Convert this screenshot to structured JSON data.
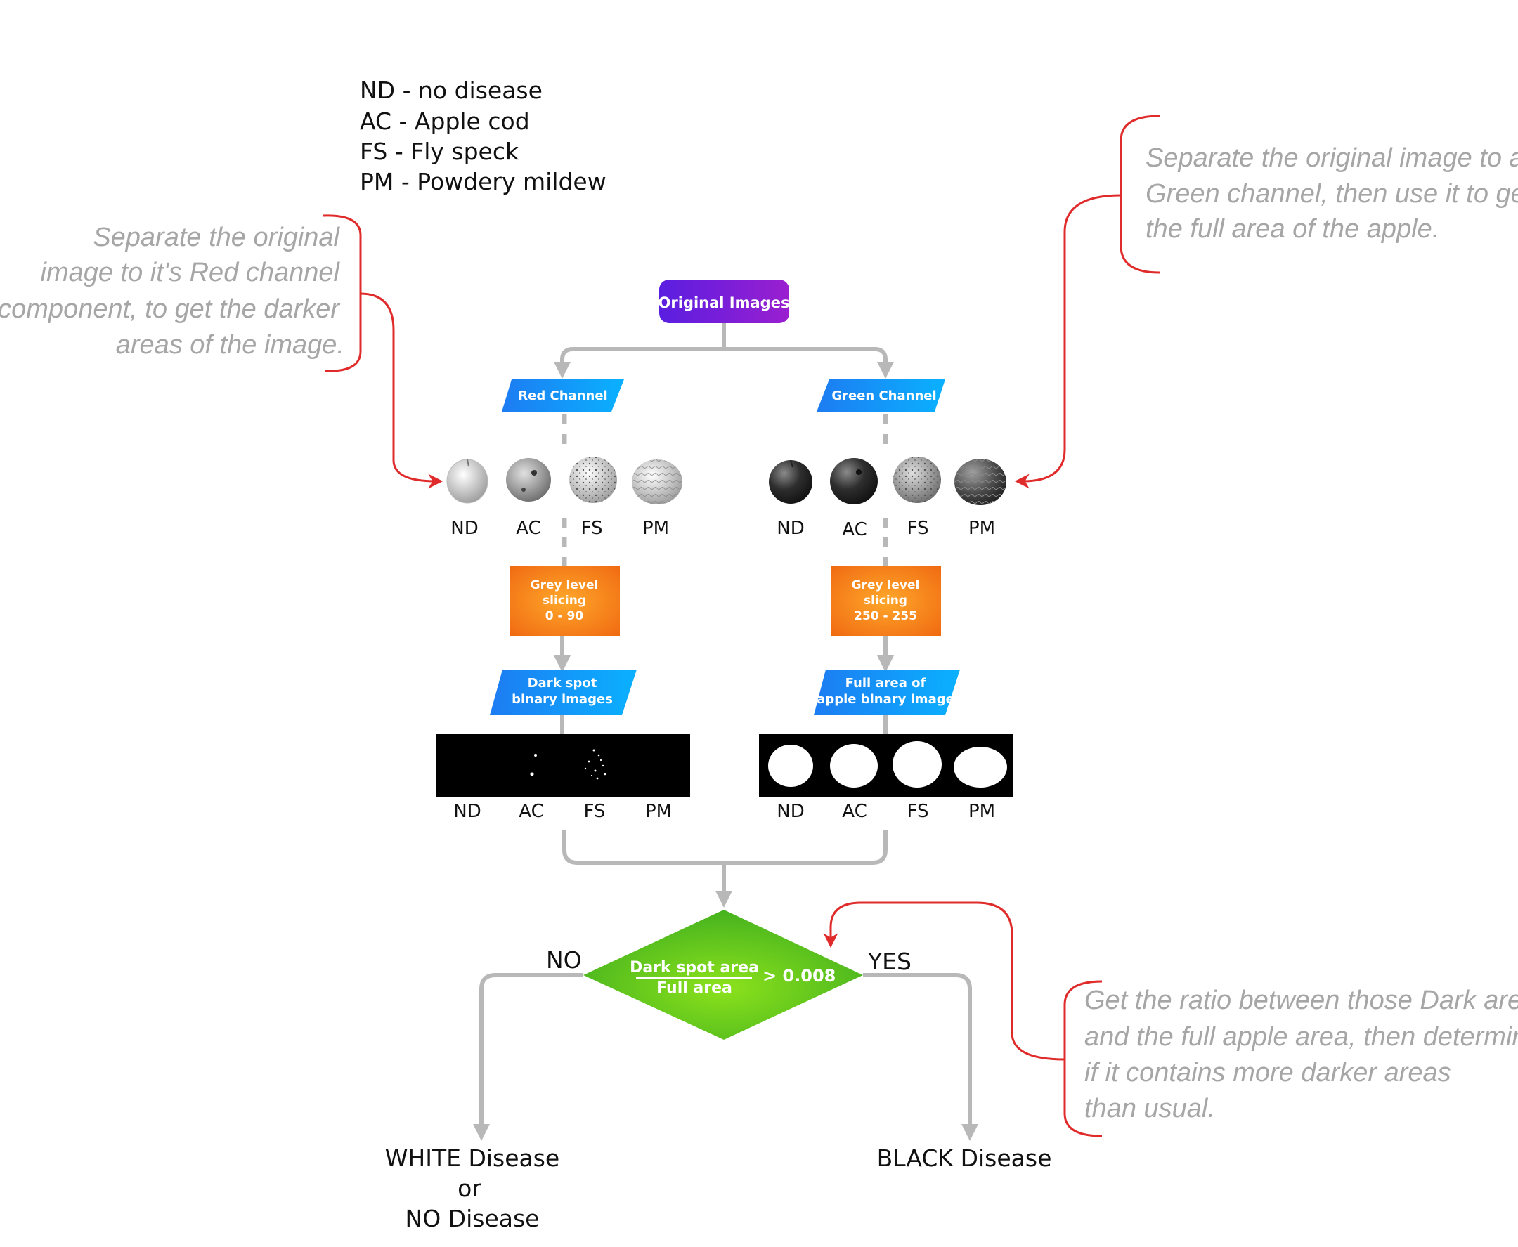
{
  "legend": {
    "lines": [
      "ND - no disease",
      "AC - Apple cod",
      "FS - Fly speck",
      "PM - Powdery mildew"
    ]
  },
  "notes": {
    "red": [
      "Separate the original",
      "image to it's Red channel",
      "component, to get the darker",
      "areas of the image."
    ],
    "green": [
      "Separate the original image to a",
      "Green channel, then use it to get",
      "the full area of the apple."
    ],
    "ratio": [
      "Get the ratio between those Dark areas",
      "and the full apple area, then determine",
      "if it contains more darker areas",
      "than usual."
    ]
  },
  "nodes": {
    "original": "Original Images",
    "red_channel": "Red Channel",
    "green_channel": "Green Channel",
    "slice_red": [
      "Grey level",
      "slicing",
      "0 - 90"
    ],
    "slice_green": [
      "Grey level",
      "slicing",
      "250 - 255"
    ],
    "dark_spot": [
      "Dark spot",
      "binary images"
    ],
    "full_area": [
      "Full area of",
      "apple binary image"
    ]
  },
  "apple_labels": [
    "ND",
    "AC",
    "FS",
    "PM"
  ],
  "decision": {
    "numerator": "Dark spot area",
    "denominator": "Full area",
    "threshold": "> 0.008",
    "no": "NO",
    "yes": "YES"
  },
  "outcomes": {
    "white": [
      "WHITE Disease",
      "or",
      "NO Disease"
    ],
    "black": "BLACK Disease"
  },
  "colors": {
    "flow_line": "#b8b8b8",
    "note_text": "#a6a6a6",
    "note_line": "#e02b2b",
    "purple": "#7a1fd6",
    "blue": "#0a84ff",
    "orange": "#f47f1a",
    "green": "#63c81e"
  }
}
